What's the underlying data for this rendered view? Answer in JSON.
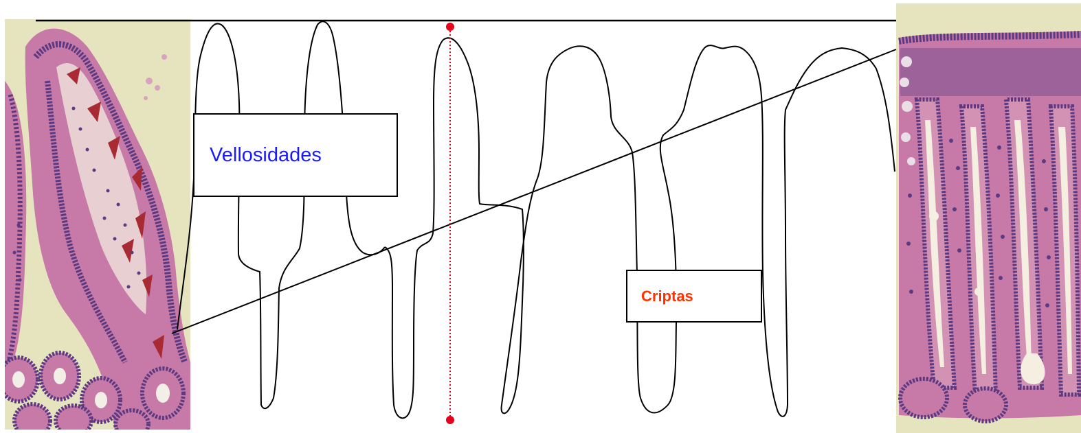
{
  "labels": {
    "villi": "Vellosidades",
    "crypts": "Criptas"
  },
  "colors": {
    "villi_label": "#1a1aff",
    "crypts_label": "#ff3300",
    "outline": "#000000",
    "axis_marker": "#e8001c",
    "tissue_pink": "#c77aa8",
    "tissue_nuclei": "#5b3a82",
    "tissue_background": "#e6e4bf",
    "blood": "#a82a32"
  },
  "images": {
    "left": "intestinal villus micrograph (H&E stain)",
    "right": "intestinal mucosa micrograph with crypts (H&E stain)"
  }
}
